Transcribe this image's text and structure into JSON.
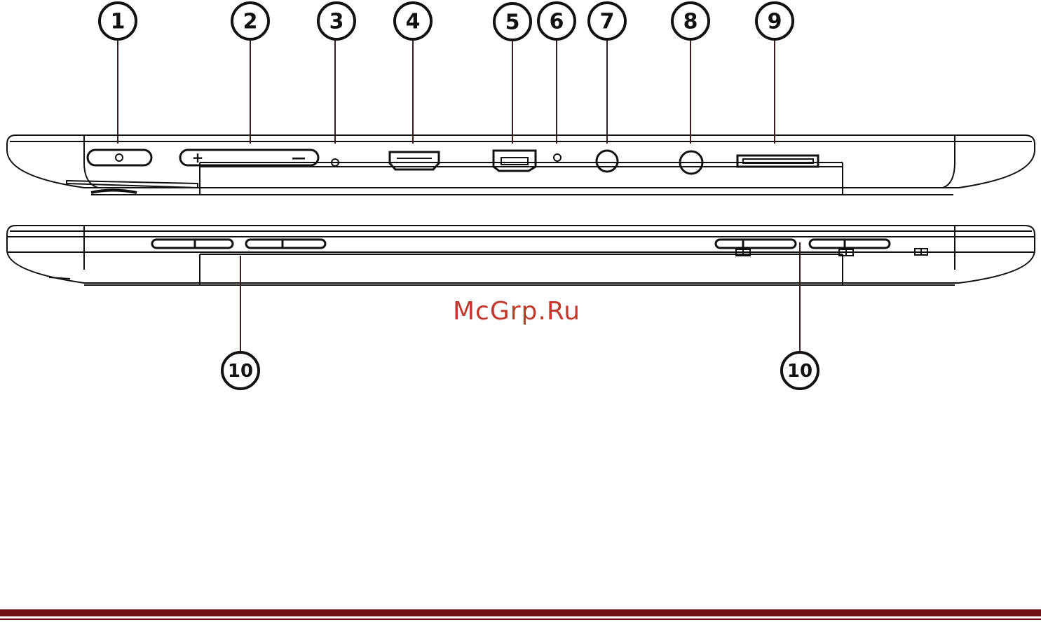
{
  "callouts": {
    "c1": "1",
    "c2": "2",
    "c3": "3",
    "c4": "4",
    "c5": "5",
    "c6": "6",
    "c7": "7",
    "c8": "8",
    "c9": "9",
    "c10a": "10",
    "c10b": "10"
  },
  "volume_button": {
    "plus": "+",
    "minus": "—"
  },
  "watermark": "McGrp.Ru",
  "colors": {
    "outline": "#111111",
    "leader": "#3a2020",
    "watermark": "#c0392b",
    "footer": "#6e0f14"
  }
}
